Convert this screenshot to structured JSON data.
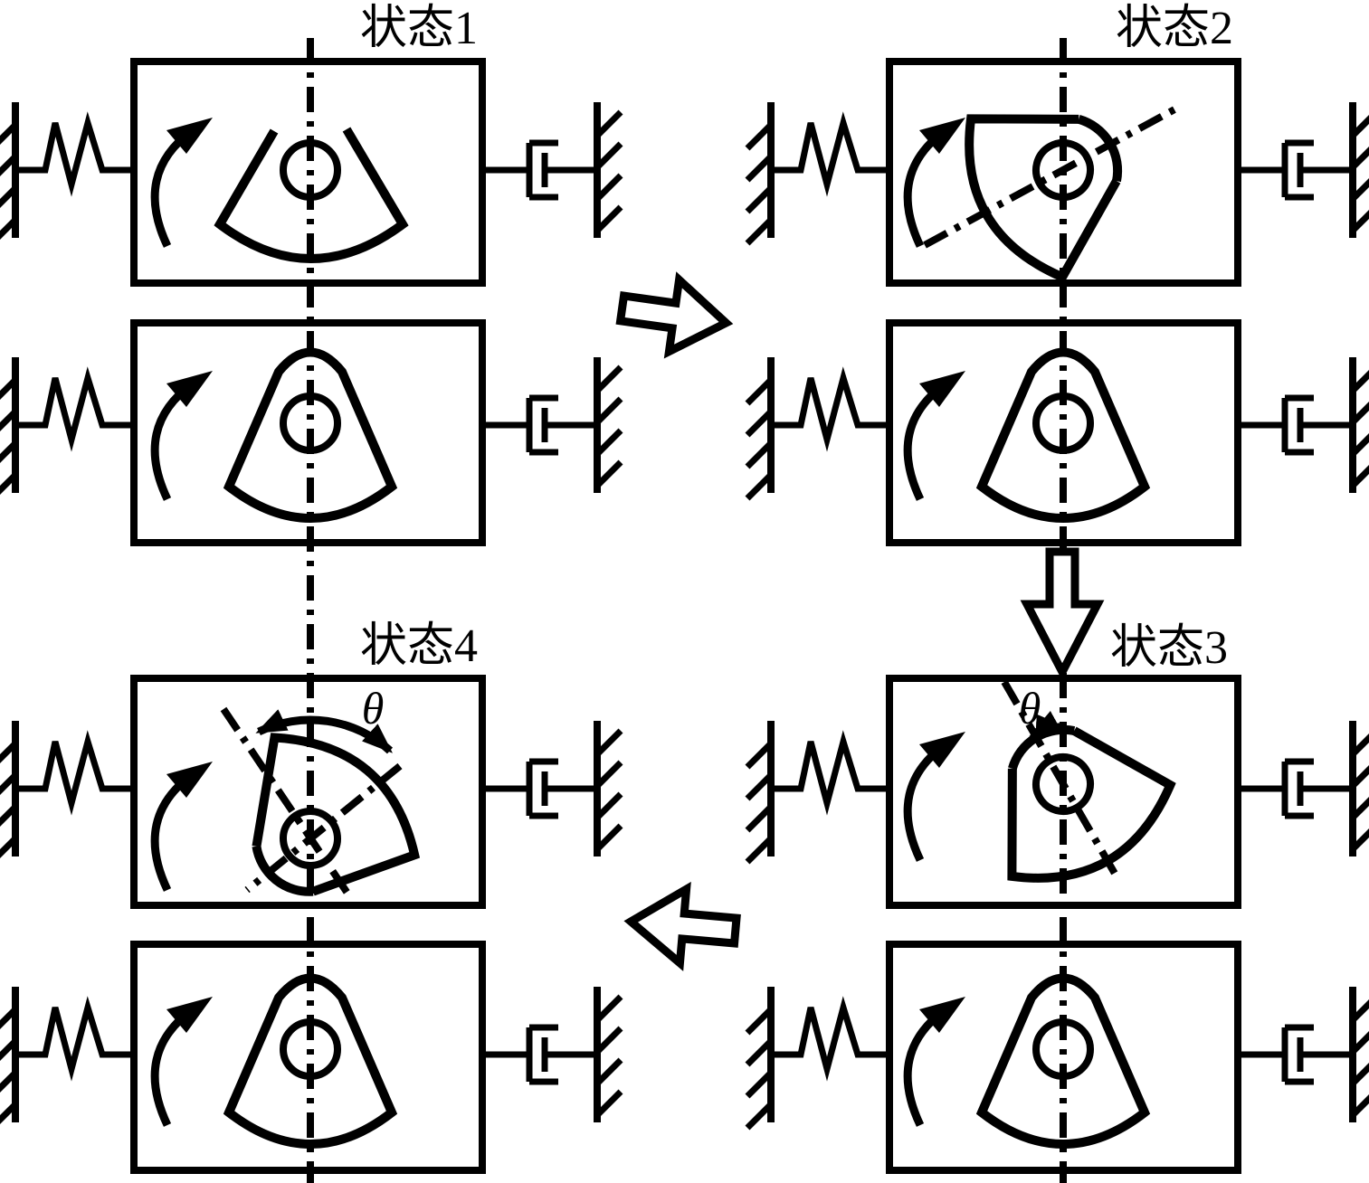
{
  "figure": {
    "type": "mechanical-state-transition-diagram",
    "colors": {
      "ink": "#000000",
      "background": "#ffffff"
    },
    "states": [
      {
        "label": "状态1"
      },
      {
        "label": "状态2"
      },
      {
        "label": "状态3"
      },
      {
        "label": "状态4"
      }
    ],
    "angle_symbol": "θ",
    "transitions": [
      {
        "from": 1,
        "to": 2,
        "arrow": "right"
      },
      {
        "from": 2,
        "to": 3,
        "arrow": "down"
      },
      {
        "from": 3,
        "to": 4,
        "arrow": "left"
      }
    ],
    "icons": {
      "spring": "zigzag-spring",
      "damper": "piston-dashpot",
      "ground": "hatched-wall",
      "cam_upper": "open-sector-cam",
      "cam_lower": "bell-pendulum-cam",
      "rotation": "ccw-curved-arrow",
      "axis": "dash-dot-centerline",
      "pivot": "pivot-circle"
    }
  }
}
